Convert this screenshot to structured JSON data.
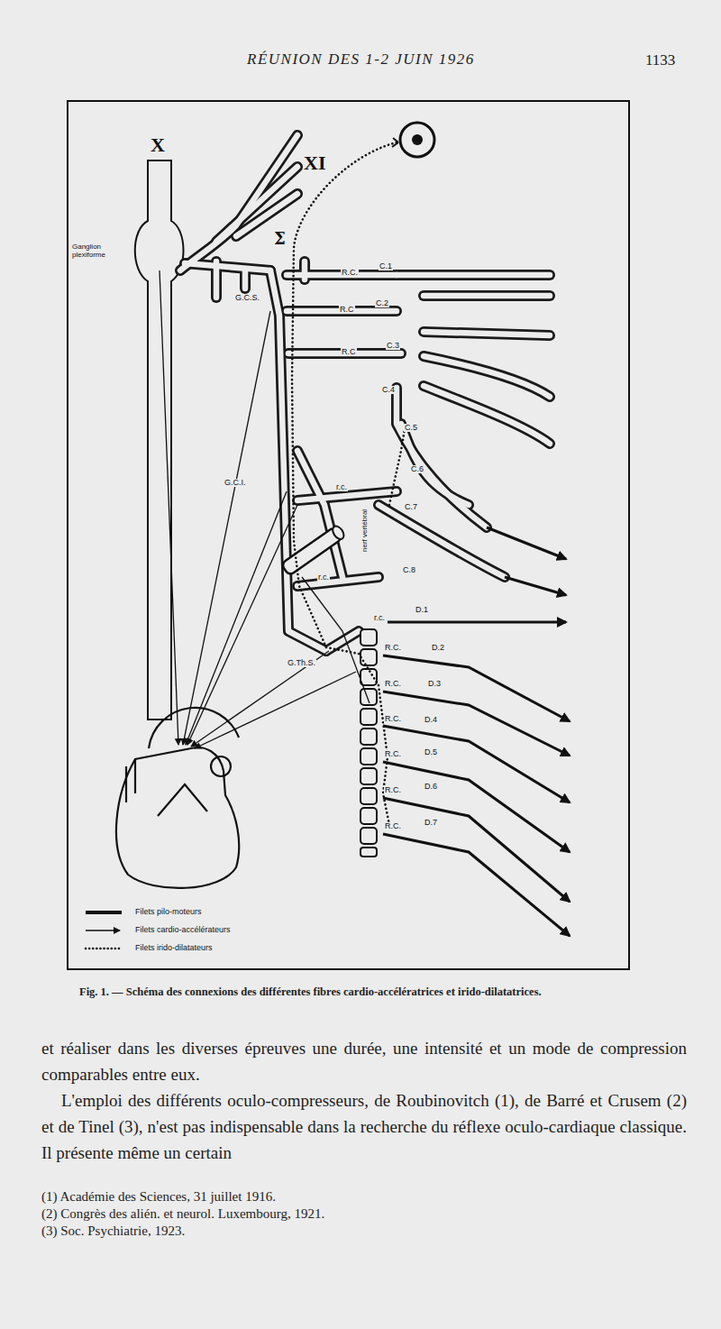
{
  "diagram": {
    "caption": "Fig. 1. — Schéma des connexions des différentes fibres cardio-accélératrices et irido-dilatatrices.",
    "labels": [
      "RÉUNION DES 1-2 JUIN 1926",
      "1133",
      "X",
      "XI",
      "Σ",
      "Ganglion plexiforme",
      "G.C.S.",
      "G.C.I.",
      "G.Th.S.",
      "nerf vertébral",
      "C.1",
      "C.2",
      "C.3",
      "C.4",
      "C.5",
      "C.6",
      "C.7",
      "C.8",
      "D.1",
      "D.2",
      "D.3",
      "D.4",
      "D.5",
      "D.6",
      "D.7",
      "R.C.",
      "R.C",
      "R.C",
      "r.c.",
      "r.c.",
      "r.c.",
      "R.C.",
      "R.C.",
      "R.C.",
      "R.C.",
      "R.C.",
      "R.C.",
      "et réaliser dans les diverses épreuves une durée, une intensité et un mode de compression comparables entre eux.",
      "L'emploi des différents oculo-compresseurs, de Roubinovitch (1), de Barré et Crusem (2) et de Tinel (3), n'est pas indispensable dans la recherche du réflexe oculo-cardiaque classique. Il présente même un certain",
      "(1) Académie des Sciences, 31 juillet 1916.",
      "(2) Congrès des alién. et neurol. Luxembourg, 1921.",
      "(3) Soc. Psychiatrie, 1923."
    ],
    "legend": [
      {
        "text": "Filets pilo-moteurs"
      },
      {
        "text": "Filets cardio-accélérateurs"
      },
      {
        "text": "Filets irido-dilatateurs"
      }
    ]
  }
}
